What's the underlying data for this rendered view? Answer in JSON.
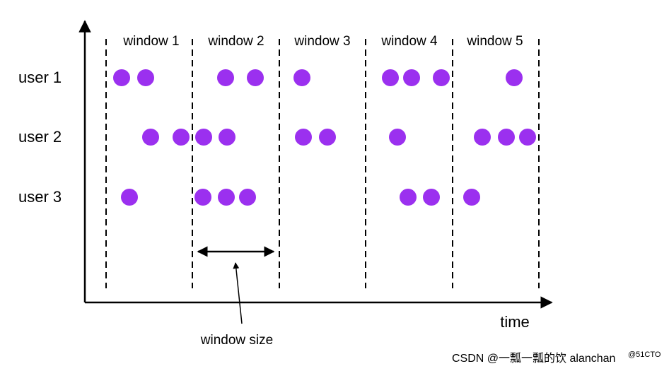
{
  "window_labels": [
    "window 1",
    "window 2",
    "window 3",
    "window 4",
    "window 5"
  ],
  "user_labels": [
    "user 1",
    "user 2",
    "user 3"
  ],
  "axis": {
    "x_label": "time"
  },
  "annotation": {
    "window_size_label": "window size"
  },
  "watermark": {
    "text": "CSDN @一瓢一瓢的饮 alanchan",
    "faint": "@51CTO"
  },
  "colors": {
    "dot": "#9b30ef",
    "ink": "#000000"
  }
}
